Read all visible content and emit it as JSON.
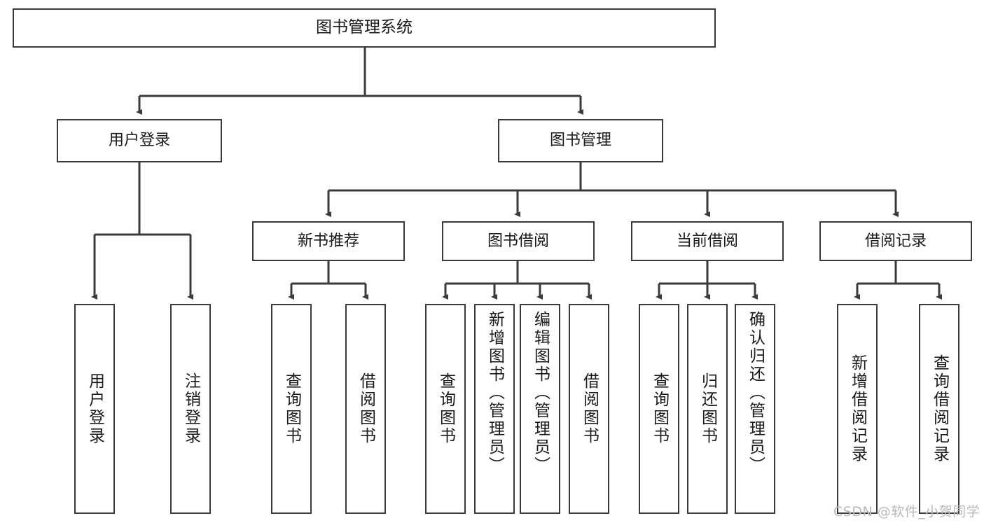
{
  "diagram": {
    "title": "图书管理系统",
    "type": "hierarchy-tree",
    "root": {
      "label": "图书管理系统"
    },
    "level1": [
      {
        "label": "用户登录"
      },
      {
        "label": "图书管理"
      }
    ],
    "level2": [
      {
        "label": "新书推荐"
      },
      {
        "label": "图书借阅"
      },
      {
        "label": "当前借阅"
      },
      {
        "label": "借阅记录"
      }
    ],
    "leaves": {
      "user_login": [
        {
          "label": "用户登录"
        },
        {
          "label": "注销登录"
        }
      ],
      "new_book_recommend": [
        {
          "label": "查询图书"
        },
        {
          "label": "借阅图书"
        }
      ],
      "book_borrow": [
        {
          "label": "查询图书"
        },
        {
          "label": "新增图书（管理员）"
        },
        {
          "label": "编辑图书（管理员）"
        },
        {
          "label": "借阅图书"
        }
      ],
      "current_borrow": [
        {
          "label": "查询图书"
        },
        {
          "label": "归还图书"
        },
        {
          "label": "确认归还（管理员）"
        }
      ],
      "borrow_record": [
        {
          "label": "新增借阅记录"
        },
        {
          "label": "查询借阅记录"
        }
      ]
    }
  },
  "watermark": {
    "text": "CSDN @软件_小贺同学"
  },
  "colors": {
    "border": "#3a3a3a",
    "text": "#1a1a1a",
    "background": "#ffffff",
    "watermark": "#b9b9b9"
  }
}
